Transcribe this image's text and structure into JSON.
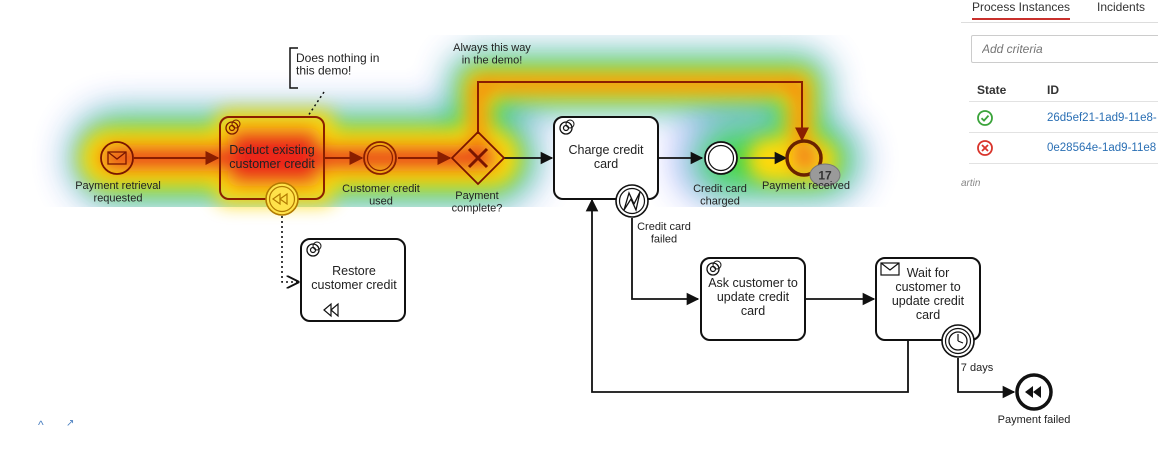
{
  "diagram": {
    "elements": {
      "payment_retrieval": "Payment retrieval\nrequested",
      "deduct_credit": "Deduct existing\ncustomer credit",
      "customer_credit_used": "Customer credit\nused",
      "payment_complete": "Payment\ncomplete?",
      "charge_card": "Charge credit\ncard",
      "credit_card_charged": "Credit card\ncharged",
      "payment_received": "Payment received",
      "restore_credit": "Restore\ncustomer credit",
      "card_failed": "Credit card\nfailed",
      "ask_customer": "Ask customer to\nupdate credit\ncard",
      "wait_customer": "Wait for\ncustomer to\nupdate credit\ncard",
      "seven_days": "7 days",
      "payment_failed": "Payment failed"
    },
    "annotations": {
      "does_nothing": "Does nothing in\nthis demo!",
      "always_this_way": "Always this way\nin the demo!"
    },
    "instance_count": "17",
    "colors": {
      "heat_hot": "#e8170a",
      "heat_warm": "#ffd400",
      "heat_mid": "#3bd23b",
      "heat_cool": "#5b62ff"
    }
  },
  "panel": {
    "tabs": [
      "Process Instances",
      "Incidents"
    ],
    "search_placeholder": "Add criteria",
    "columns": [
      "State",
      "ID"
    ],
    "rows": [
      {
        "state_icon": "check-circle-icon",
        "id": "26d5ef21-1ad9-11e8-"
      },
      {
        "state_icon": "x-circle-icon",
        "id": "0e28564e-1ad9-11e8"
      }
    ],
    "footer": "artin"
  }
}
